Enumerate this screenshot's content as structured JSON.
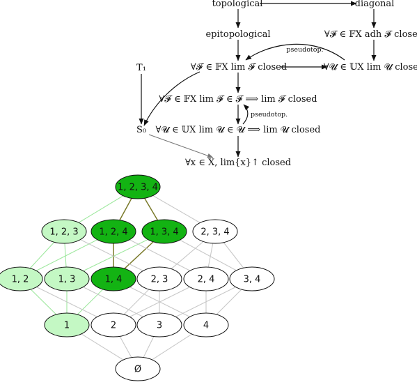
{
  "implication_diagram": {
    "nodes": {
      "topological": "topological",
      "diagonal": "diagonal",
      "epitopological": "epitopological",
      "adh_closed": "∀𝓕 ∈ 𝔽X  adh 𝓕 closed",
      "T1": "T₁",
      "lim_F_closed": "∀𝓕 ∈ 𝔽X lim 𝓕 closed",
      "lim_U_closed": "∀𝓤 ∈ 𝕌X lim 𝓤 closed",
      "lim_F_in_F": "∀𝓕 ∈ 𝔽X  lim 𝓕 ∈ 𝓕 ⟹ lim 𝓕 closed",
      "S0": "S₀",
      "lim_U_in_U": "∀𝓤 ∈ 𝕌X  lim 𝓤 ∈ 𝓤 ⟹ lim 𝓤 closed",
      "lim_x_closed": "∀x ∈ X, lim{x}↑ closed"
    },
    "edge_labels": {
      "pseudotop_upper": "pseudotop.",
      "pseudotop_lower": "pseudotop."
    }
  },
  "subset_lattice": {
    "colors": {
      "dark_green": "#13b313",
      "light_green": "#c4f8c4",
      "white": "#ffffff",
      "edge_gray": "#c8c8c8",
      "edge_light_green": "#9ee89e",
      "edge_olive": "#7a7a2a"
    },
    "nodes": [
      {
        "id": "1234",
        "label": "1, 2, 3, 4",
        "fill": "dark"
      },
      {
        "id": "123",
        "label": "1, 2, 3",
        "fill": "light"
      },
      {
        "id": "124",
        "label": "1, 2, 4",
        "fill": "dark"
      },
      {
        "id": "134",
        "label": "1, 3, 4",
        "fill": "dark"
      },
      {
        "id": "234",
        "label": "2, 3, 4",
        "fill": "white"
      },
      {
        "id": "12",
        "label": "1, 2",
        "fill": "light"
      },
      {
        "id": "13",
        "label": "1, 3",
        "fill": "light"
      },
      {
        "id": "14",
        "label": "1, 4",
        "fill": "dark"
      },
      {
        "id": "23",
        "label": "2, 3",
        "fill": "white"
      },
      {
        "id": "24",
        "label": "2, 4",
        "fill": "white"
      },
      {
        "id": "34",
        "label": "3, 4",
        "fill": "white"
      },
      {
        "id": "1",
        "label": "1",
        "fill": "light"
      },
      {
        "id": "2",
        "label": "2",
        "fill": "white"
      },
      {
        "id": "3",
        "label": "3",
        "fill": "white"
      },
      {
        "id": "4",
        "label": "4",
        "fill": "white"
      },
      {
        "id": "empty",
        "label": "Ø",
        "fill": "white"
      }
    ]
  }
}
